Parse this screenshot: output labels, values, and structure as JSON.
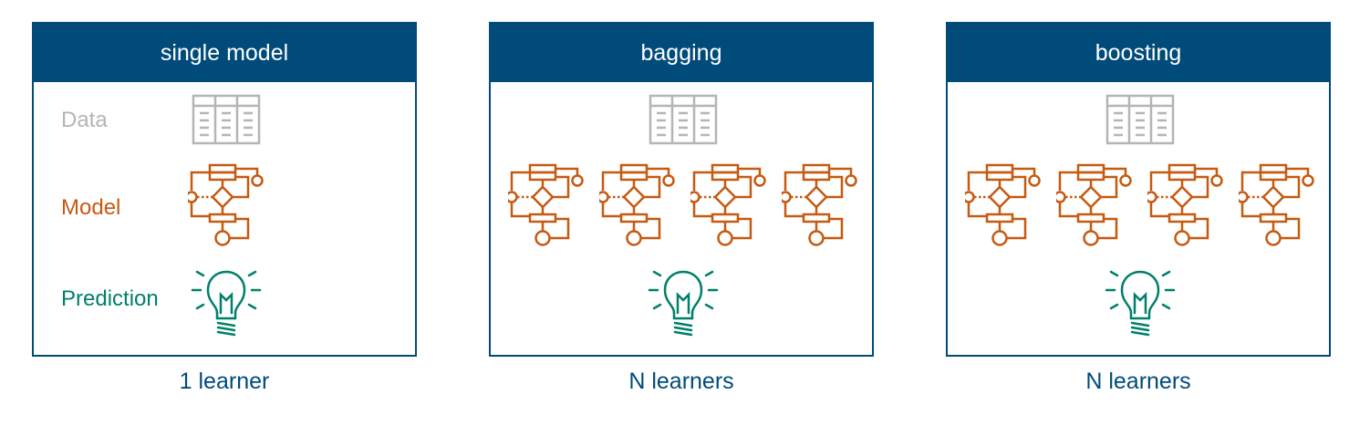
{
  "colors": {
    "header_bg": "#004b7a",
    "data": "#b5b5b5",
    "model": "#c55a11",
    "prediction": "#00806a",
    "caption": "#004b7a"
  },
  "row_labels": {
    "data": "Data",
    "model": "Model",
    "prediction": "Prediction"
  },
  "panels": [
    {
      "title": "single model",
      "caption": "1 learner",
      "model_count": 1
    },
    {
      "title": "bagging",
      "caption": "N learners",
      "model_count": 4
    },
    {
      "title": "boosting",
      "caption": "N learners",
      "model_count": 4
    }
  ],
  "icons": {
    "data": "data-table-icon",
    "model": "flowchart-model-icon",
    "prediction": "lightbulb-icon"
  }
}
